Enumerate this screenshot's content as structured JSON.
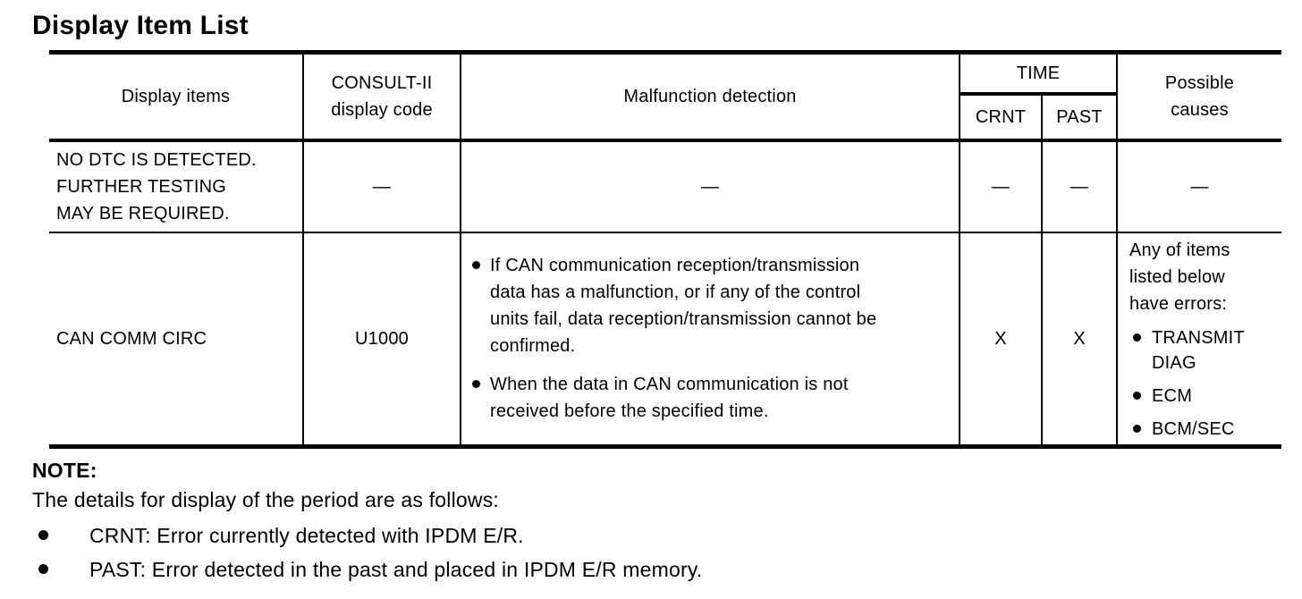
{
  "title": "Display Item List",
  "table": {
    "headers": {
      "display_items": "Display items",
      "consult_code": "CONSULT-II\ndisplay code",
      "malfunction": "Malfunction detection",
      "time": "TIME",
      "crnt": "CRNT",
      "past": "PAST",
      "causes": "Possible\ncauses"
    },
    "rows": [
      {
        "display_item": "NO DTC IS DETECTED.\nFURTHER TESTING\nMAY BE REQUIRED.",
        "consult_code": "—",
        "malfunction": "—",
        "crnt": "—",
        "past": "—",
        "causes": "—"
      },
      {
        "display_item": "CAN COMM CIRC",
        "consult_code": "U1000",
        "malfunction_bullets": [
          "If CAN communication reception/transmission\ndata has a malfunction, or if any of the control\nunits fail, data reception/transmission cannot be\nconfirmed.",
          "When the data in CAN communication is not\nreceived before the specified time."
        ],
        "crnt": "X",
        "past": "X",
        "causes_intro": "Any of items\nlisted below\nhave errors:",
        "causes_bullets": [
          "TRANSMIT\nDIAG",
          "ECM",
          "BCM/SEC"
        ]
      }
    ]
  },
  "note": {
    "label": "NOTE:",
    "intro": "The details for display of the period are as follows:",
    "bullets": [
      "CRNT: Error currently detected with IPDM E/R.",
      "PAST: Error detected in the past and placed in IPDM E/R memory."
    ]
  }
}
